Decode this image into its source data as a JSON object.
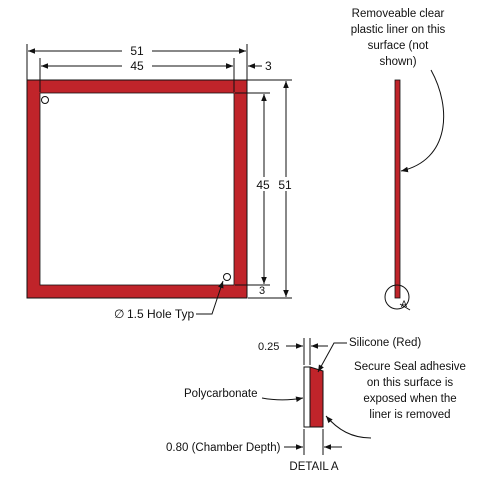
{
  "front_view": {
    "dim_overall_width": "51",
    "dim_inner_width": "45",
    "dim_border_right": "3",
    "dim_inner_height": "45",
    "dim_overall_height": "51",
    "dim_border_bottom": "3",
    "hole_note": "1.5 Hole Typ",
    "diameter_symbol": "∅"
  },
  "side_view": {
    "liner_note_lines": [
      "Removeable clear",
      "plastic liner on this",
      "surface (not",
      "shown)"
    ],
    "detail_ref": "A"
  },
  "detail": {
    "dim_silicone_thickness": "0.25",
    "silicone_label": "Silicone (Red)",
    "adhesive_note_lines": [
      "Secure Seal adhesive",
      "on this surface is",
      "exposed when the",
      "liner is removed"
    ],
    "polycarbonate_label": "Polycarbonate",
    "chamber_depth_label": "0.80 (Chamber Depth)",
    "title": "DETAIL A"
  },
  "colors": {
    "silicone": "#C0242A",
    "outline": "#111111",
    "background": "#FFFFFF"
  }
}
